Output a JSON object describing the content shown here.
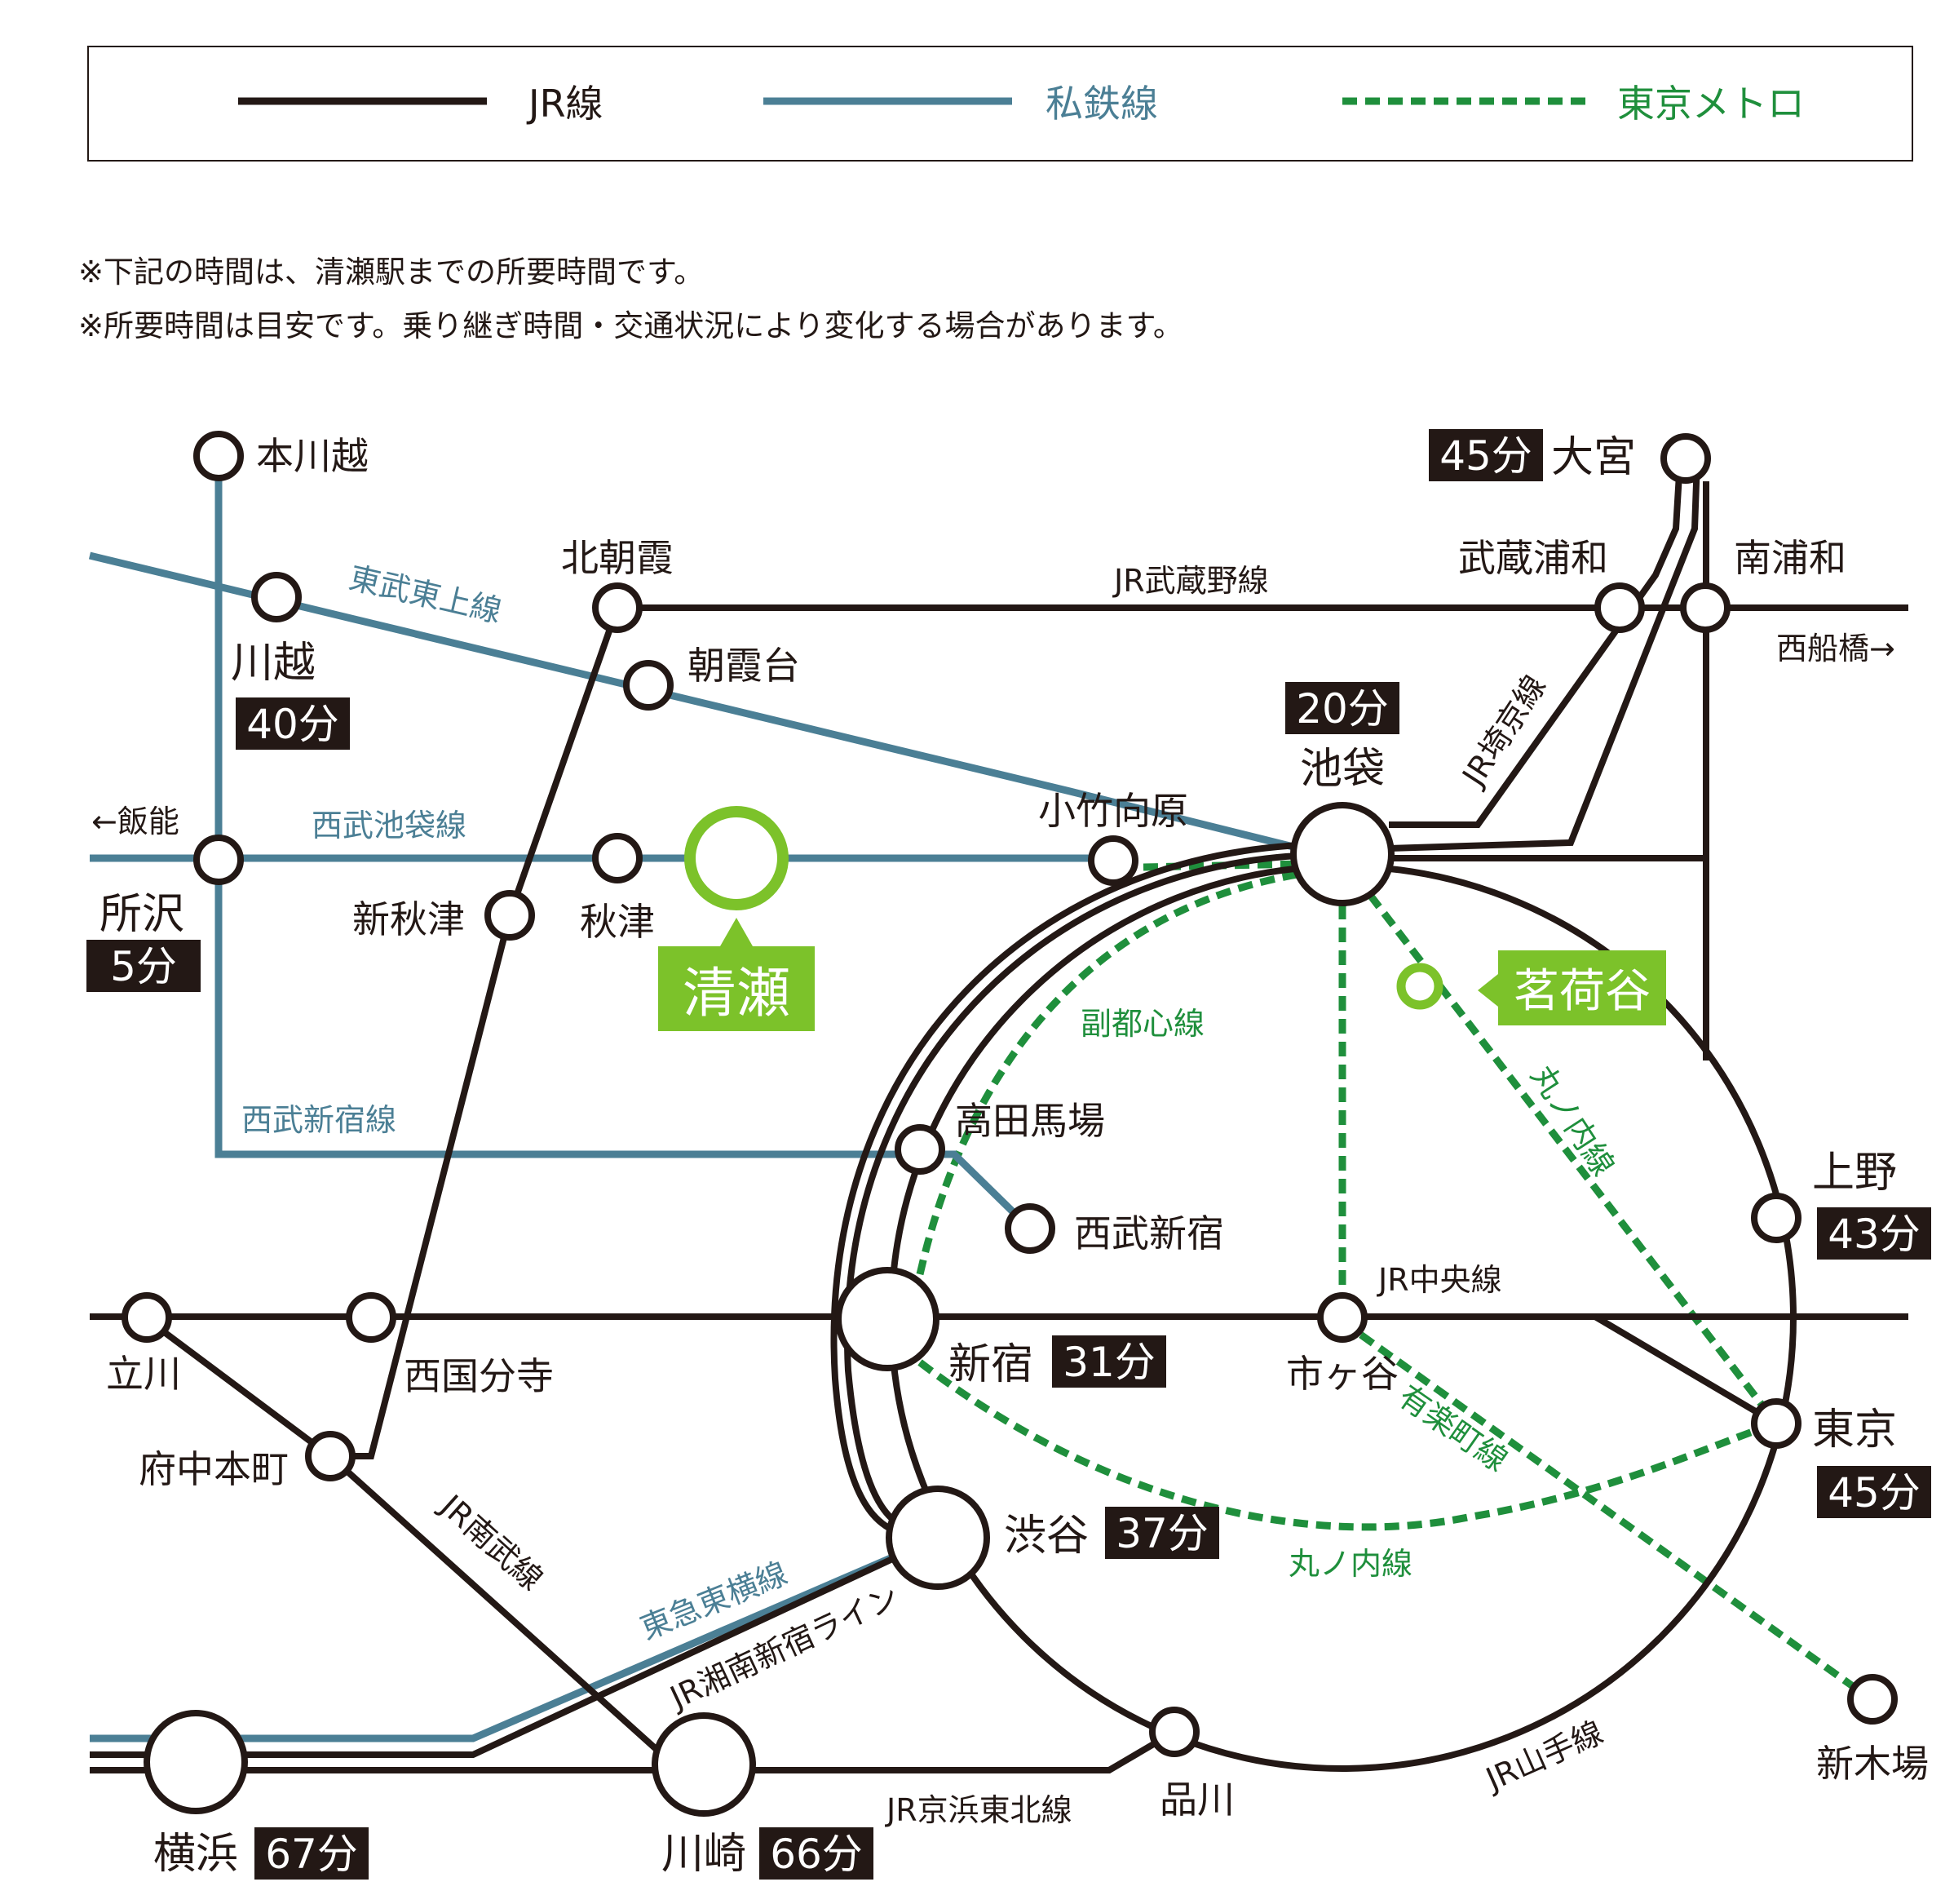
{
  "colors": {
    "jr": "#231815",
    "private": "#4b7f95",
    "metro": "#1f8f3c",
    "highlight": "#7cc22a"
  },
  "legend": {
    "jr": "JR線",
    "private": "私鉄線",
    "metro": "東京メトロ"
  },
  "notes": [
    "※下記の時間は、清瀬駅までの所要時間です。",
    "※所要時間は目安です。乗り継ぎ時間・交通状況により変化する場合があります。"
  ],
  "stations": {
    "honkawagoe": "本川越",
    "kawagoe": "川越",
    "kitaasaka": "北朝霞",
    "asakadai": "朝霞台",
    "tokorozawa": "所沢",
    "shinakitsu": "新秋津",
    "akitsu": "秋津",
    "kiyose": "清瀬",
    "kotakemukaihara": "小竹向原",
    "ikebukuro": "池袋",
    "omiya": "大宮",
    "musashiurawa": "武蔵浦和",
    "minamiurawa": "南浦和",
    "myogadani": "茗荷谷",
    "takadanobaba": "高田馬場",
    "seibushinjuku": "西武新宿",
    "ueno": "上野",
    "tachikawa": "立川",
    "nishikokubunji": "西国分寺",
    "shinjuku": "新宿",
    "ichigaya": "市ヶ谷",
    "tokyo": "東京",
    "fuchuhonmachi": "府中本町",
    "shibuya": "渋谷",
    "yokohama": "横浜",
    "kawasaki": "川崎",
    "shinagawa": "品川",
    "shinkiba": "新木場"
  },
  "times": {
    "kawagoe": "40分",
    "tokorozawa": "5分",
    "ikebukuro": "20分",
    "omiya": "45分",
    "ueno": "43分",
    "shinjuku": "31分",
    "tokyo": "45分",
    "shibuya": "37分",
    "yokohama": "67分",
    "kawasaki": "66分"
  },
  "lines": {
    "tobu_tojo": "東武東上線",
    "jr_musashino": "JR武蔵野線",
    "seibu_ikebukuro": "西武池袋線",
    "jr_saikyo": "JR埼京線",
    "fukutoshin": "副都心線",
    "marunouchi": "丸ノ内線",
    "seibu_shinjuku": "西武新宿線",
    "jr_chuo": "JR中央線",
    "yurakucho": "有楽町線",
    "jr_nambu": "JR南武線",
    "tokyu_toyoko": "東急東横線",
    "jr_shonan_shinjuku": "JR湘南新宿ライン",
    "jr_keihin_tohoku": "JR京浜東北線",
    "jr_yamanote": "JR山手線"
  },
  "directions": {
    "hanno": "←飯能",
    "nishifunabashi": "西船橋→"
  }
}
